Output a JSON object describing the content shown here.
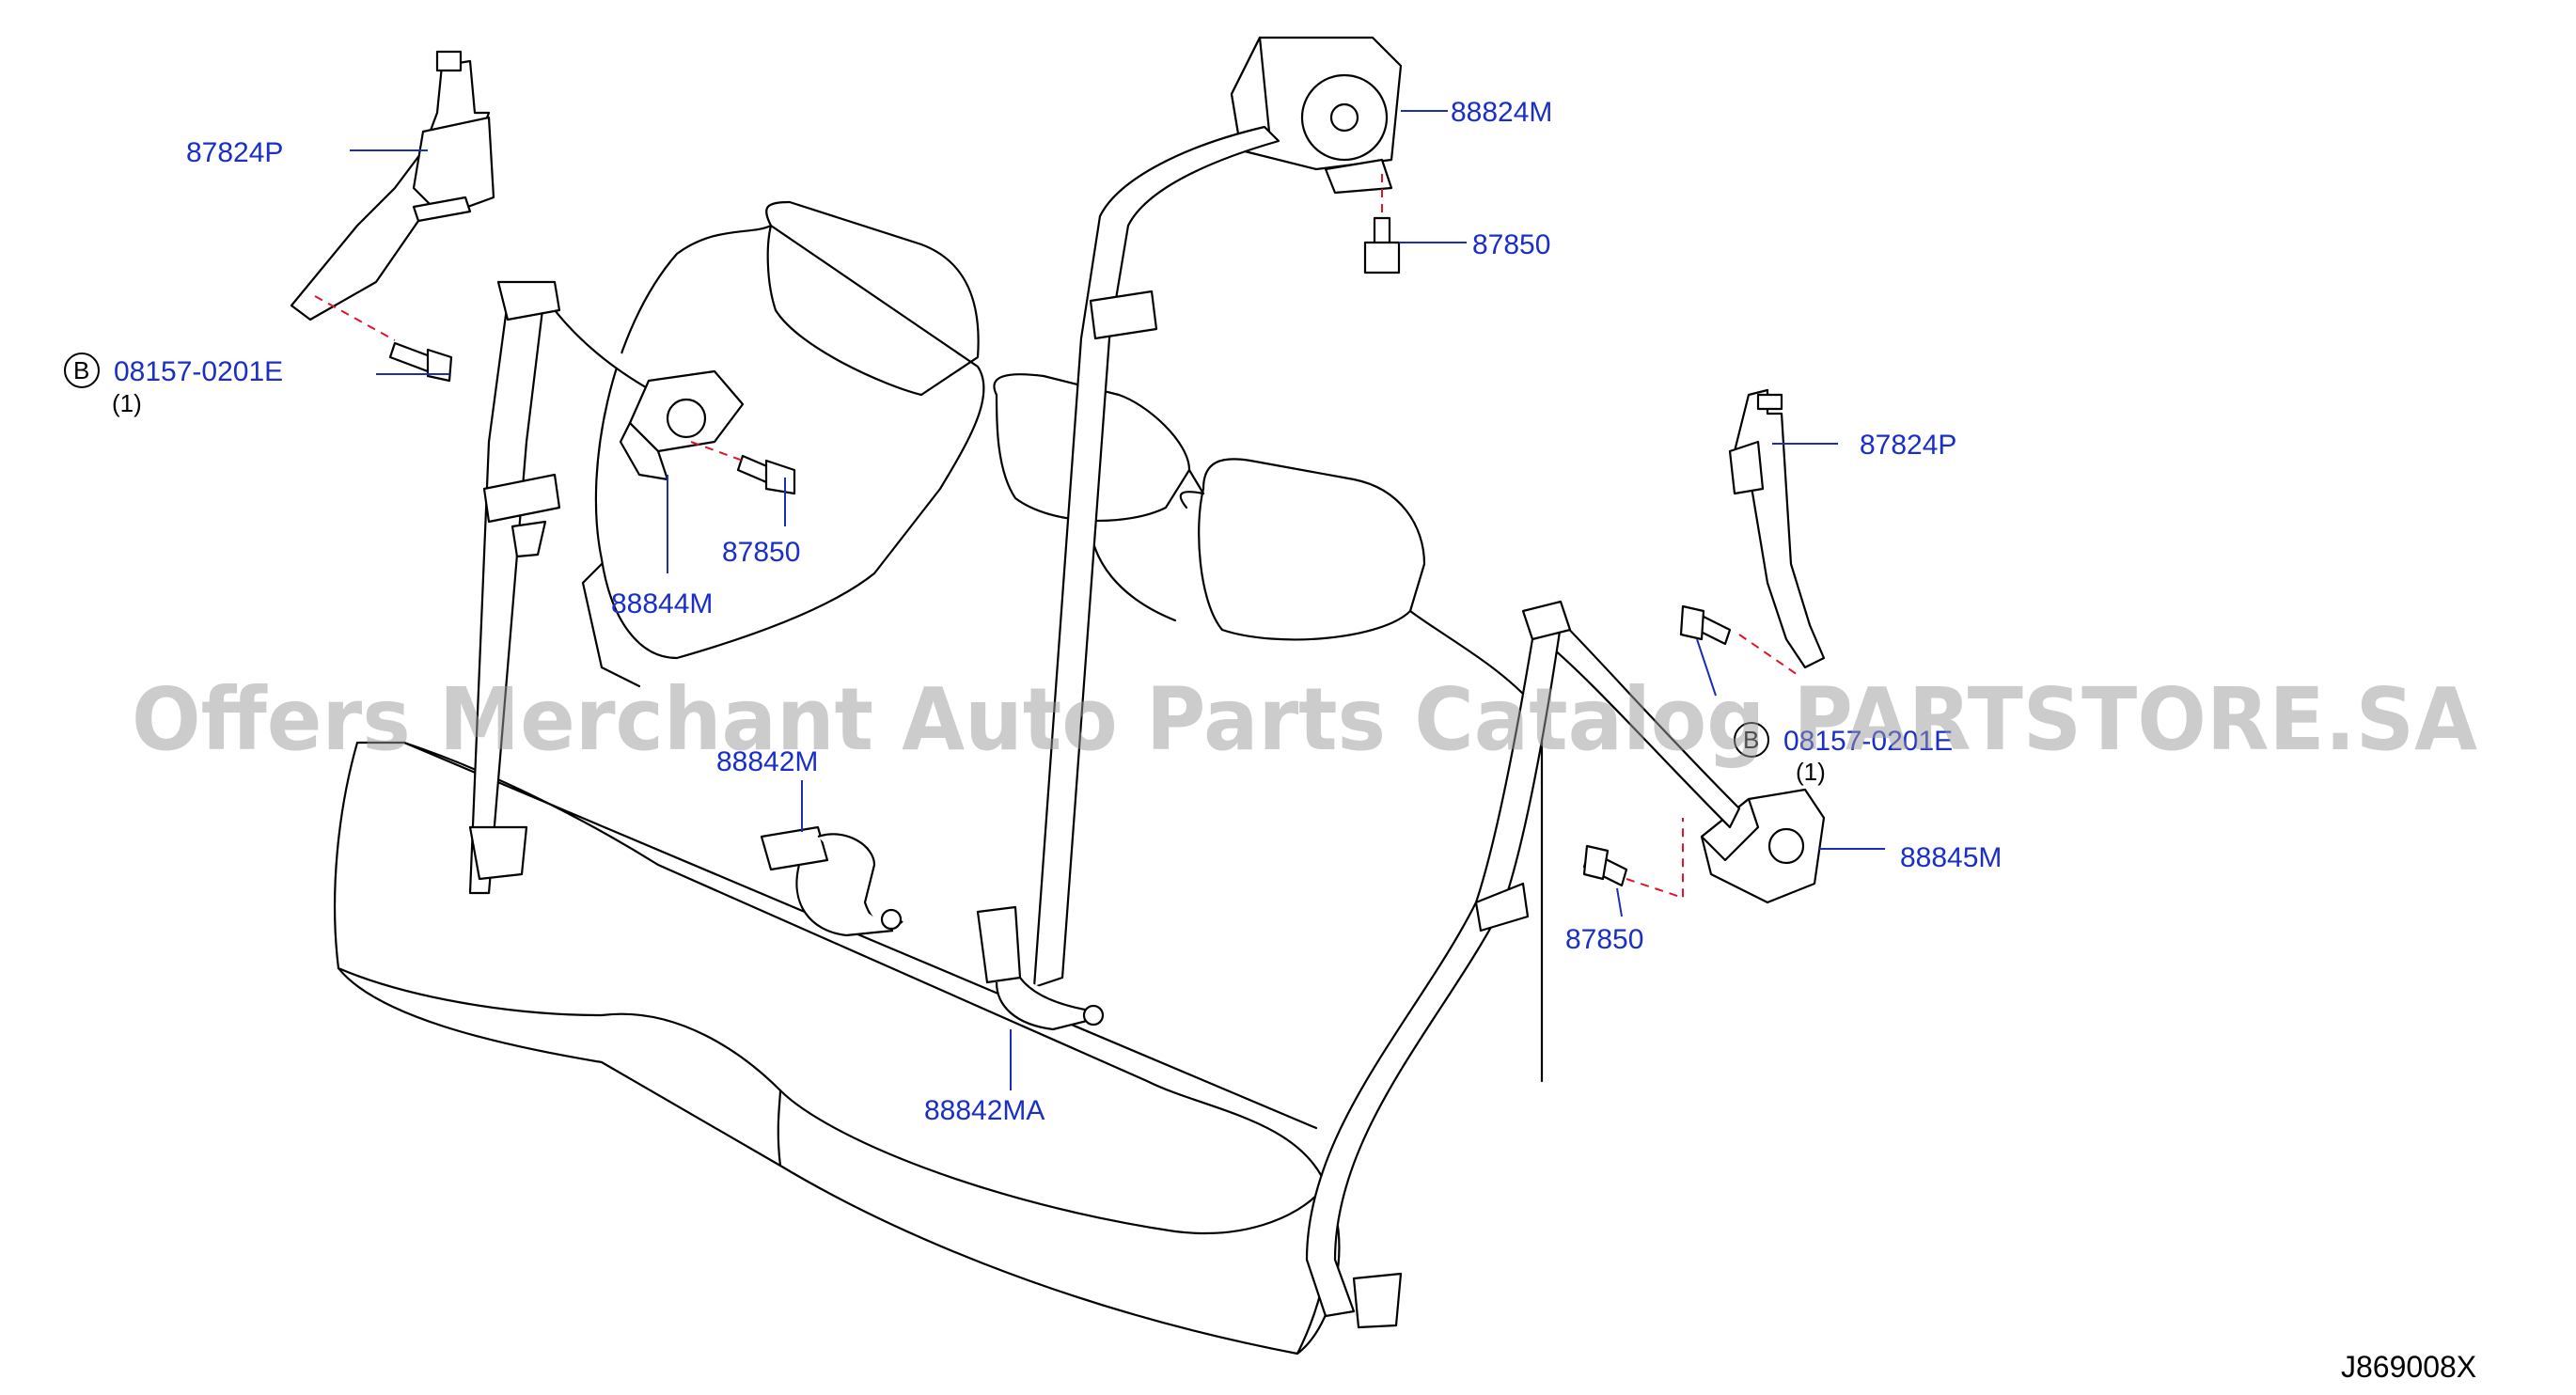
{
  "diagram": {
    "parts": [
      {
        "id": "p1",
        "label": "87824P"
      },
      {
        "id": "p2",
        "label": "08157-0201E",
        "qty": "(1)",
        "symbol": "B"
      },
      {
        "id": "p3",
        "label": "87850"
      },
      {
        "id": "p4",
        "label": "88844M"
      },
      {
        "id": "p5",
        "label": "88824M"
      },
      {
        "id": "p6",
        "label": "87850"
      },
      {
        "id": "p7",
        "label": "87824P"
      },
      {
        "id": "p8",
        "label": "08157-0201E",
        "qty": "(1)",
        "symbol": "B"
      },
      {
        "id": "p9",
        "label": "88845M"
      },
      {
        "id": "p10",
        "label": "87850"
      },
      {
        "id": "p11",
        "label": "88842M"
      },
      {
        "id": "p12",
        "label": "88842MA"
      }
    ],
    "reference_code": "J869008X"
  },
  "watermark": "Offers Merchant Auto Parts Catalog PARTSTORE.SA",
  "colors": {
    "label": "#1a2fc8",
    "leader": "#1a2fb4",
    "dash": "#e0142a",
    "watermark": "#9a9a9a"
  }
}
